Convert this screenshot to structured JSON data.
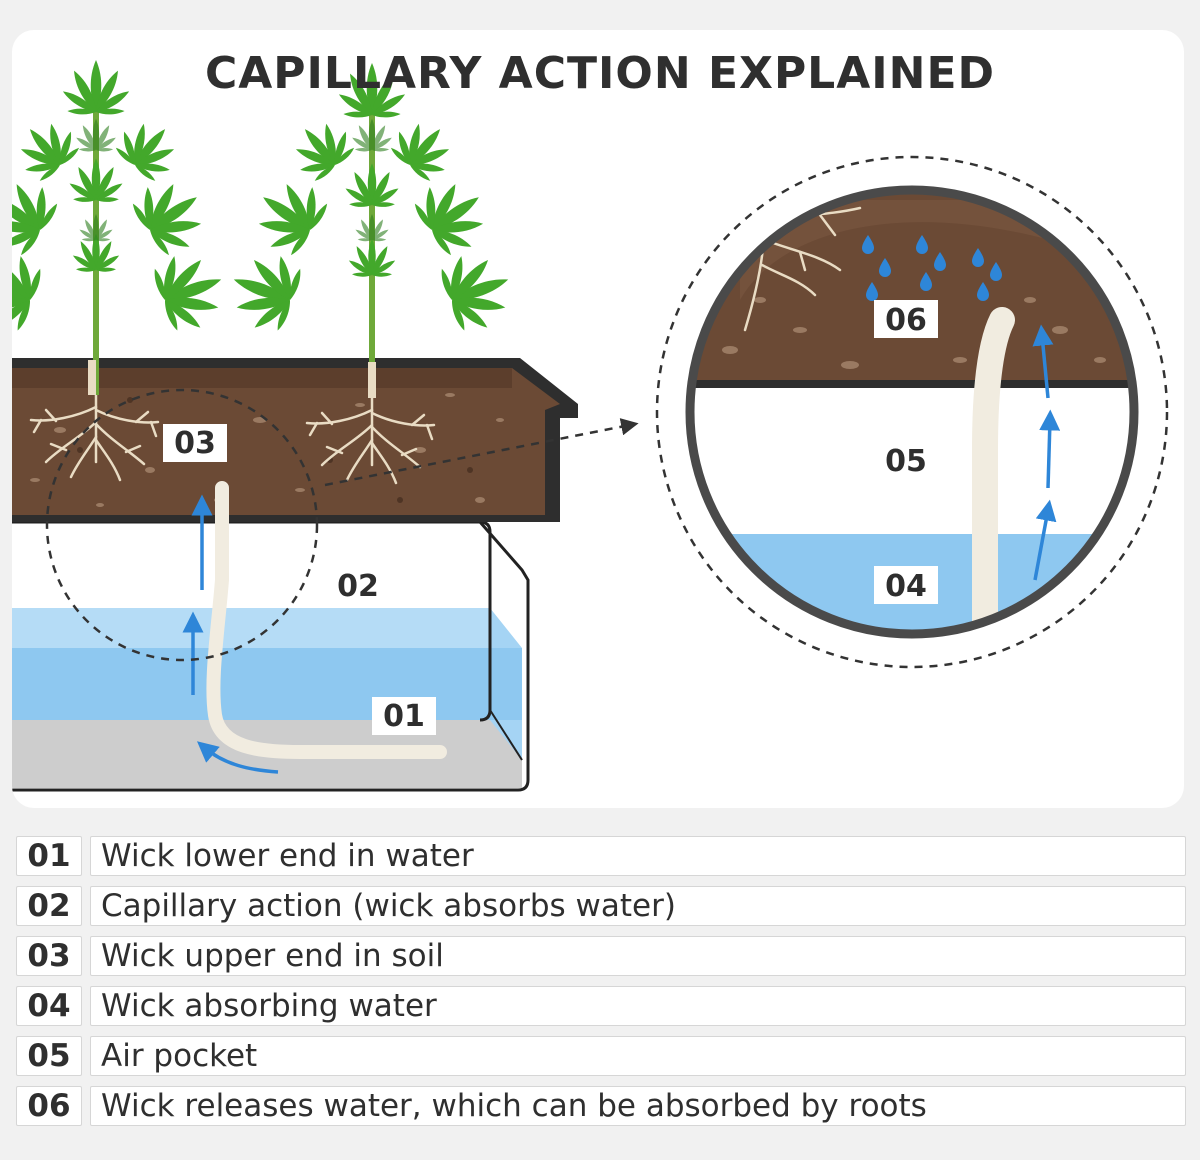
{
  "title": "CAPILLARY ACTION EXPLAINED",
  "labels": {
    "l01": "01",
    "l02": "02",
    "l03": "03",
    "l04": "04",
    "l05": "05",
    "l06": "06"
  },
  "legend": [
    {
      "num": "01",
      "text": "Wick lower end in water"
    },
    {
      "num": "02",
      "text": "Capillary action (wick absorbs water)"
    },
    {
      "num": "03",
      "text": "Wick upper end in soil"
    },
    {
      "num": "04",
      "text": "Wick absorbing water"
    },
    {
      "num": "05",
      "text": "Air pocket"
    },
    {
      "num": "06",
      "text": "Wick releases water, which can be absorbed by roots"
    }
  ],
  "colors": {
    "soil": "#6b4a35",
    "water": "#8ec8f0",
    "arrow": "#2e86d8",
    "leaf": "#43a82b",
    "wick": "#f1ece0"
  }
}
